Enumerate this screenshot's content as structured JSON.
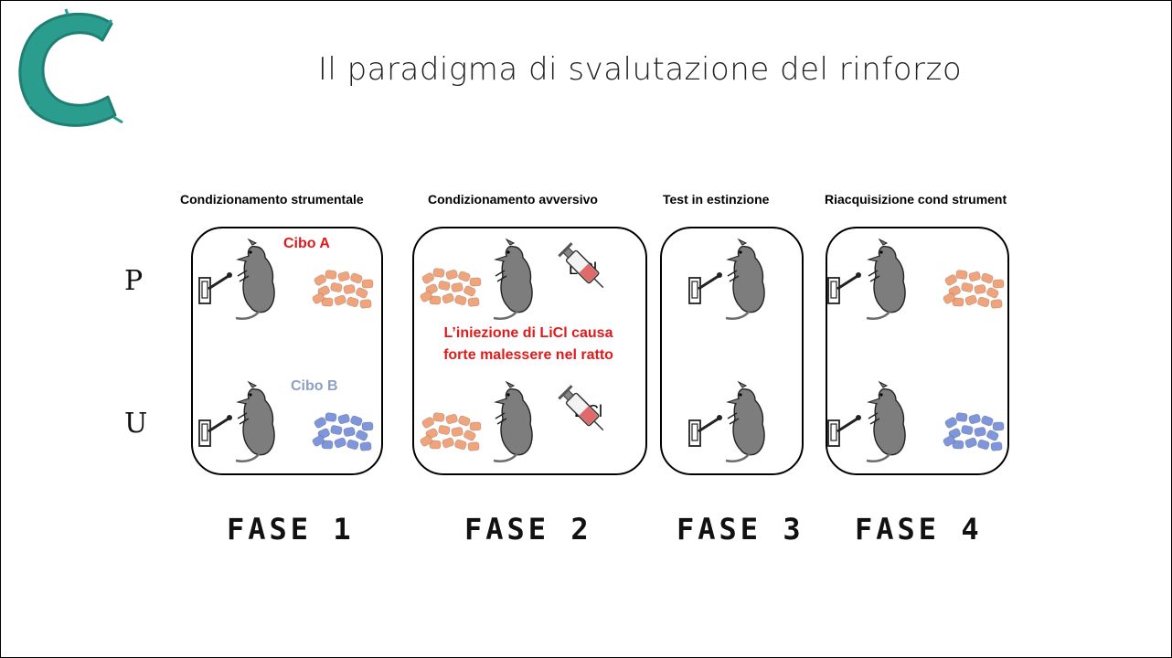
{
  "slide": {
    "title": "Il paradigma di svalutazione del rinforzo",
    "logo_letter": "C",
    "logo_color": "#2a9d8f"
  },
  "rows": [
    {
      "label": "P"
    },
    {
      "label": "U"
    }
  ],
  "phases": [
    {
      "title": "Condizionamento strumentale",
      "number": "FASE 1"
    },
    {
      "title": "Condizionamento avversivo",
      "number": "FASE 2"
    },
    {
      "title": "Test in estinzione",
      "number": "FASE 3"
    },
    {
      "title": "Riacquisizione cond strument",
      "number": "FASE 4"
    }
  ],
  "annotations": {
    "cibo_a": "Cibo A",
    "cibo_b": "Cibo B",
    "licl": "LiCl",
    "licl_note_line1": "L’iniezione di LiCl causa",
    "licl_note_line2": "forte malessere nel ratto"
  },
  "colors": {
    "food_a": "#f0a47c",
    "food_b": "#7f96db",
    "warning": "#e01a1a",
    "cibo_b_label": "#8ea0c4"
  }
}
